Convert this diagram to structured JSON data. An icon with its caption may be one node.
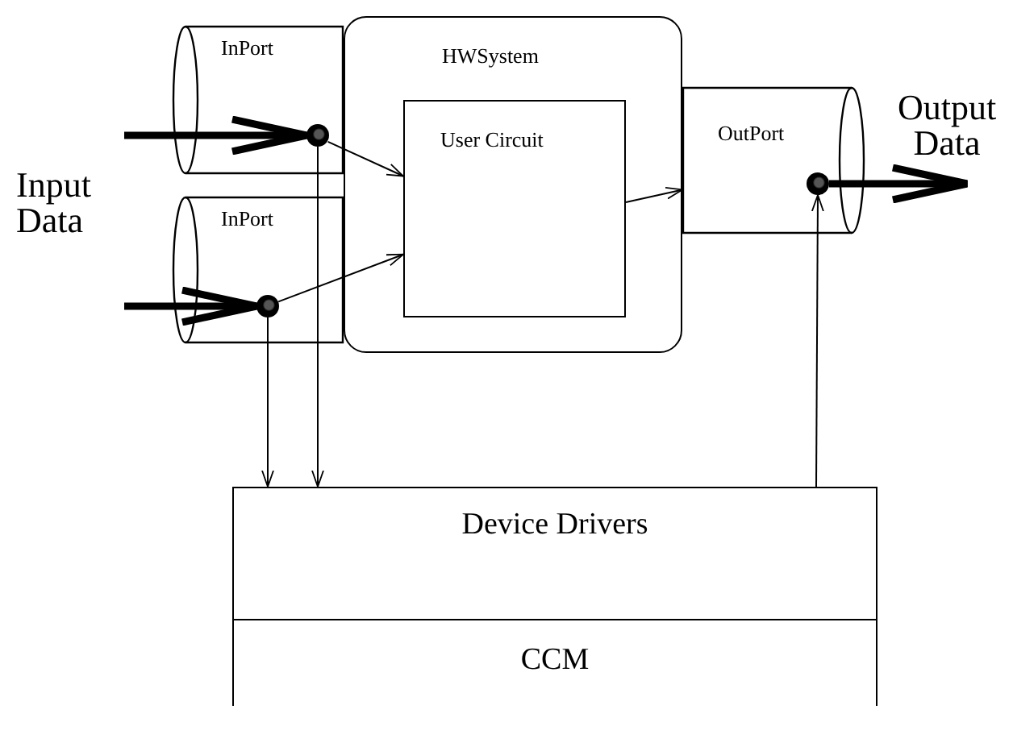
{
  "diagram": {
    "nodes": [
      {
        "text": [
          "InPort"
        ]
      },
      {
        "text": [
          "HWSystem"
        ]
      },
      {
        "text": [
          "User Circuit"
        ],
        "in": 1
      },
      {
        "text": [
          "InPort"
        ]
      },
      {
        "text": [
          "OutPort"
        ]
      },
      {
        "text": [
          "Device Drivers"
        ]
      },
      {
        "text": [
          "CCM"
        ]
      },
      {
        "text": [],
        "shape": "circle",
        "in": 0
      },
      {
        "text": [],
        "shape": "circle",
        "in": 3
      },
      {
        "text": [],
        "shape": "circle",
        "in": 4
      },
      {
        "text": [
          "Output Data"
        ]
      }
    ],
    "edges": [
      {
        "from": null,
        "to": 7,
        "arrow": "to",
        "style": "thick"
      },
      {
        "from": null,
        "to": 8,
        "arrow": "to",
        "style": "thick"
      },
      {
        "from": 7,
        "to": 2,
        "arrow": "to"
      },
      {
        "from": 8,
        "to": 2,
        "arrow": "to"
      },
      {
        "from": 2,
        "to": 4,
        "arrow": "to"
      },
      {
        "from": 7,
        "to": 5,
        "arrow": "to"
      },
      {
        "from": 8,
        "to": 5,
        "arrow": "to"
      },
      {
        "from": 5,
        "to": 9,
        "arrow": "to"
      },
      {
        "from": 9,
        "to": 10,
        "arrow": "to",
        "style": "thick"
      }
    ],
    "labels": [
      "Input Data"
    ]
  }
}
